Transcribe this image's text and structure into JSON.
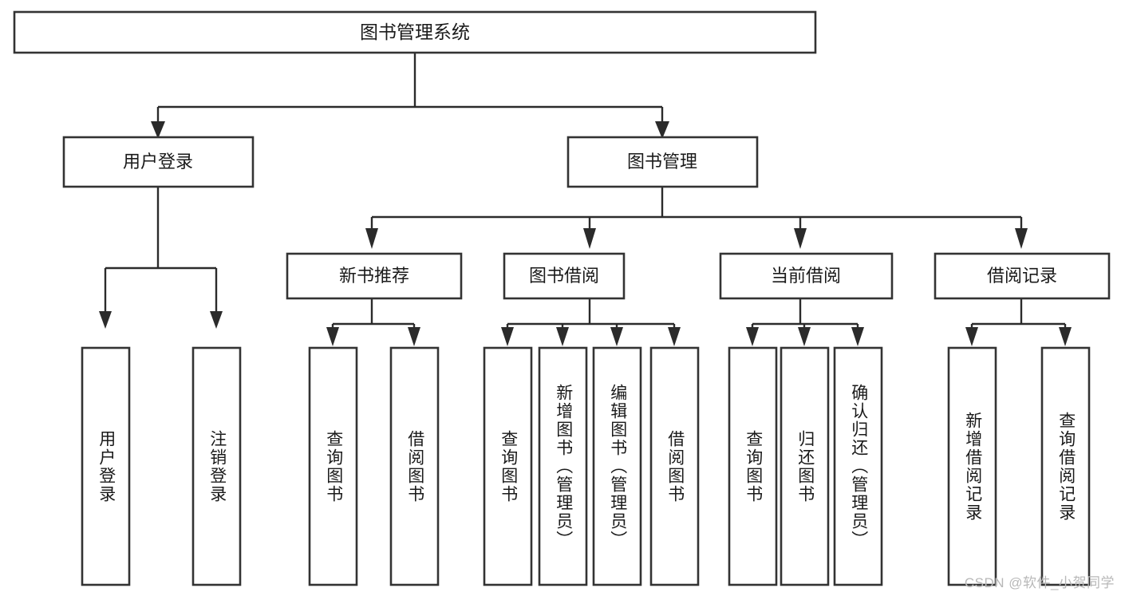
{
  "diagram": {
    "title": "图书管理系统",
    "type": "tree-hierarchy-diagram",
    "root": {
      "label": "图书管理系统"
    },
    "level2": [
      {
        "label": "用户登录"
      },
      {
        "label": "图书管理"
      }
    ],
    "level3": [
      {
        "label": "新书推荐"
      },
      {
        "label": "图书借阅"
      },
      {
        "label": "当前借阅"
      },
      {
        "label": "借阅记录"
      }
    ],
    "leaves": {
      "user_login": [
        {
          "label": "用户登录"
        },
        {
          "label": "注销登录"
        }
      ],
      "new_book_recommend": [
        {
          "label": "查询图书"
        },
        {
          "label": "借阅图书"
        }
      ],
      "book_borrow": [
        {
          "label": "查询图书"
        },
        {
          "label": "新增图书（管理员）"
        },
        {
          "label": "编辑图书（管理员）"
        },
        {
          "label": "借阅图书"
        }
      ],
      "current_borrow": [
        {
          "label": "查询图书"
        },
        {
          "label": "归还图书"
        },
        {
          "label": "确认归还（管理员）"
        }
      ],
      "borrow_record": [
        {
          "label": "新增借阅记录"
        },
        {
          "label": "查询借阅记录"
        }
      ]
    }
  },
  "watermark": {
    "text": "CSDN @软件_小贺同学"
  },
  "colors": {
    "box_border": "#333333",
    "connector": "#2b2b2b",
    "text": "#1a1a1a",
    "background": "#ffffff",
    "watermark": "#b8b8b8"
  }
}
